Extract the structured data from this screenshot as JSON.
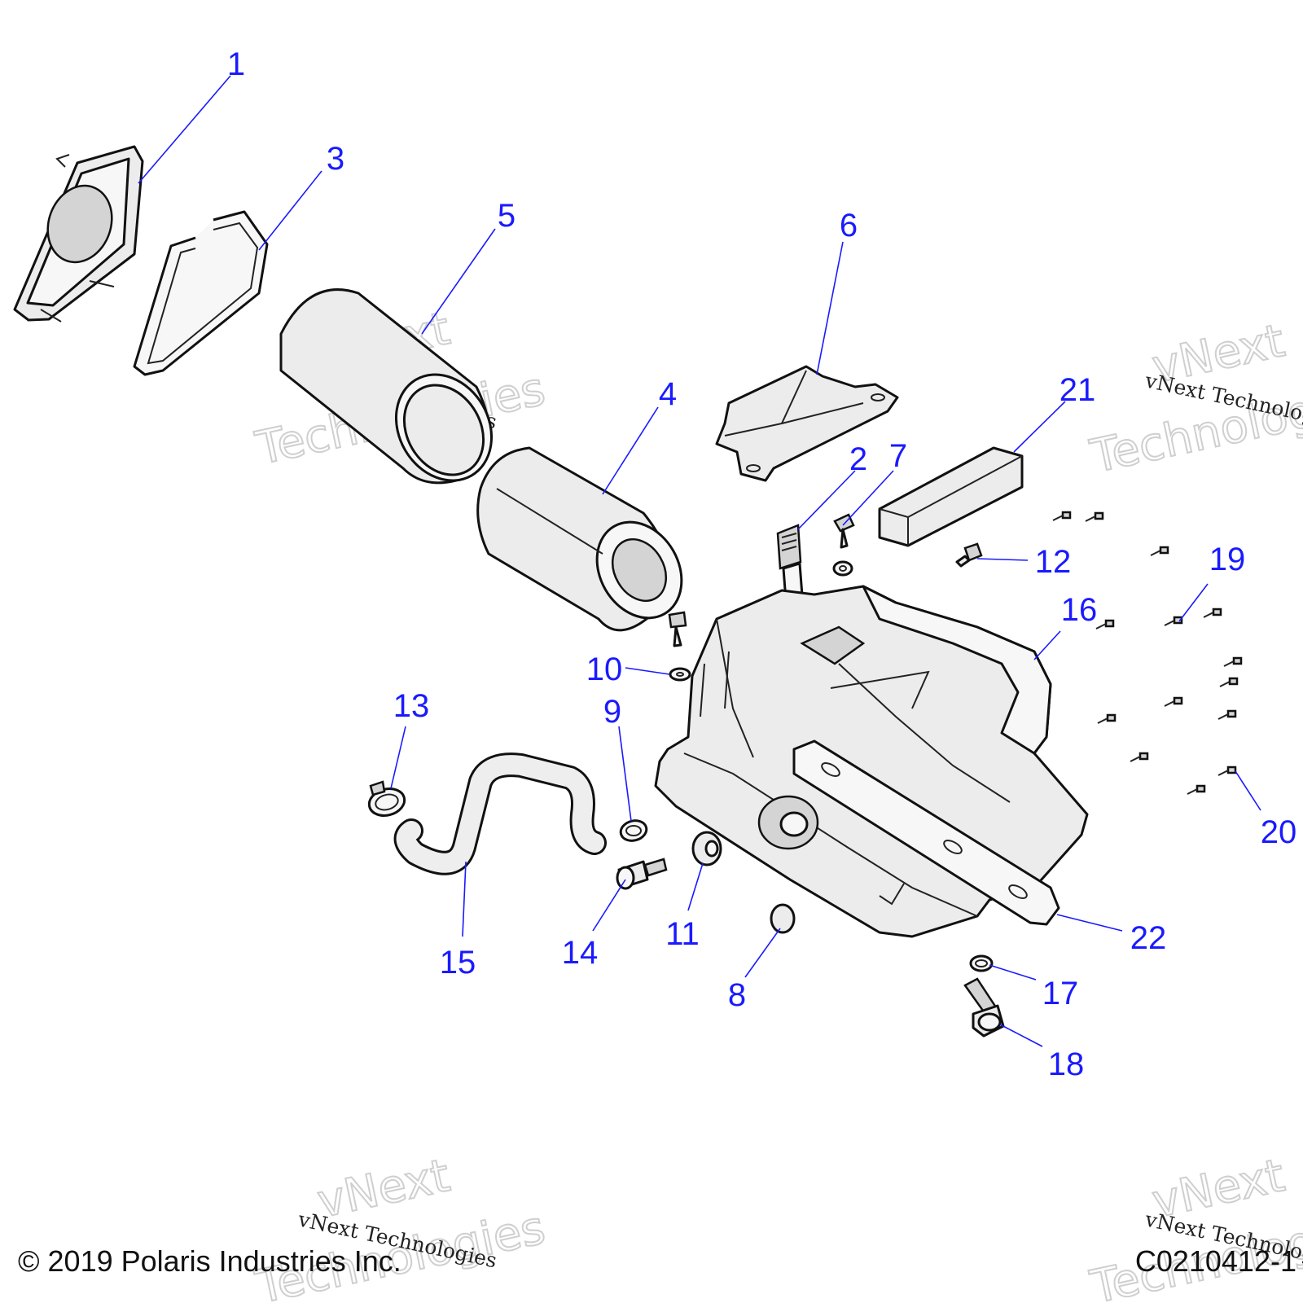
{
  "diagram": {
    "callouts": [
      "1",
      "2",
      "3",
      "4",
      "5",
      "6",
      "7",
      "8",
      "9",
      "10",
      "11",
      "12",
      "13",
      "14",
      "15",
      "16",
      "17",
      "18",
      "19",
      "20",
      "21",
      "22"
    ],
    "watermarks": {
      "small": "vNext Technologies",
      "large_1": "vNext",
      "large_2": "Technologies"
    }
  },
  "footer": {
    "copyright": "© 2019 Polaris Industries Inc.",
    "drawing_code": "C0210412-1"
  },
  "colors": {
    "callout": "#1a1aff",
    "linework": "#111111",
    "shading": "#ececec"
  }
}
